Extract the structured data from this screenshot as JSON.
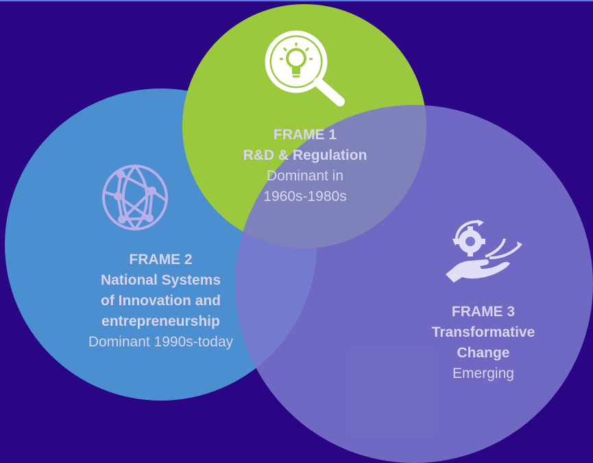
{
  "palette": {
    "background": "#2a0584",
    "frame1": "#9bc93e",
    "frame2": "#4b8fd0",
    "frame3": "#7a78cc",
    "text": "#d9d4f2"
  },
  "frames": [
    {
      "number": "FRAME 1",
      "lines": [
        "R&D & Regulation"
      ],
      "note_lines": [
        "Dominant in",
        "1960s-1980s"
      ],
      "icon": "lightbulb-magnifier-icon"
    },
    {
      "number": "FRAME 2",
      "lines": [
        "National Systems",
        "of Innovation and",
        "entrepreneurship"
      ],
      "note_lines": [
        "Dominant 1990s-today"
      ],
      "icon": "globe-network-icon"
    },
    {
      "number": "FRAME 3",
      "lines": [
        "Transformative",
        "Change"
      ],
      "note_lines": [
        "Emerging"
      ],
      "icon": "hand-gear-icon"
    }
  ]
}
